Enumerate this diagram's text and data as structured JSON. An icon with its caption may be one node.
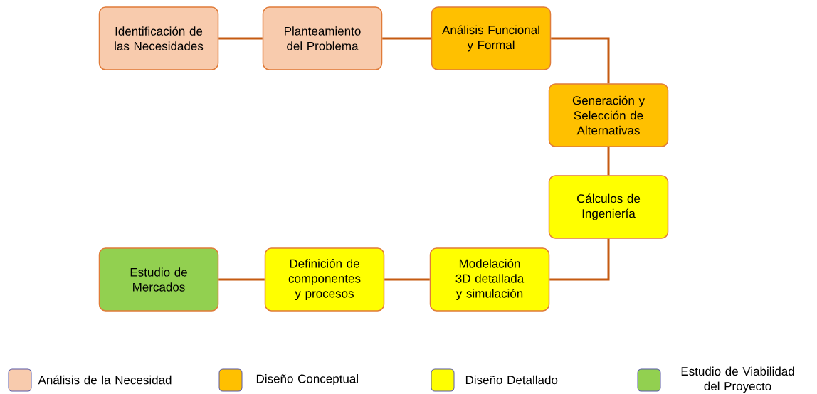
{
  "diagram": {
    "nodes": [
      {
        "text": [
          "Identificación de las Necesidades"
        ]
      },
      {
        "text": [
          "Planteamiento del Problema"
        ]
      },
      {
        "text": [
          "Análisis Funcional y Formal"
        ]
      },
      {
        "text": [
          "Generación y Selección de Alternativas"
        ]
      },
      {
        "text": [
          "Cálculos de Ingeniería"
        ]
      },
      {
        "text": [
          "Modelación 3D detallada y simulación"
        ]
      },
      {
        "text": [
          "Definición de componentes y procesos"
        ]
      },
      {
        "text": [
          "Estudio de Mercados"
        ]
      }
    ],
    "edges": [
      {
        "from": 0,
        "to": 1,
        "arrow": "none"
      },
      {
        "from": 1,
        "to": 2,
        "arrow": "none"
      },
      {
        "from": 2,
        "to": 3,
        "arrow": "none"
      },
      {
        "from": 3,
        "to": 4,
        "arrow": "none"
      },
      {
        "from": 4,
        "to": 5,
        "arrow": "none"
      },
      {
        "from": 5,
        "to": 6,
        "arrow": "none"
      },
      {
        "from": 6,
        "to": 7,
        "arrow": "none"
      }
    ],
    "legend": [
      {
        "text": "Análisis de la Necesidad",
        "color": "#f8cbad"
      },
      {
        "text": "Diseño Conceptual",
        "color": "#ffc000"
      },
      {
        "text": "Diseño Detallado",
        "color": "#ffff00"
      },
      {
        "text": "Estudio de Viabilidad del Proyecto",
        "color": "#92d050"
      }
    ]
  }
}
